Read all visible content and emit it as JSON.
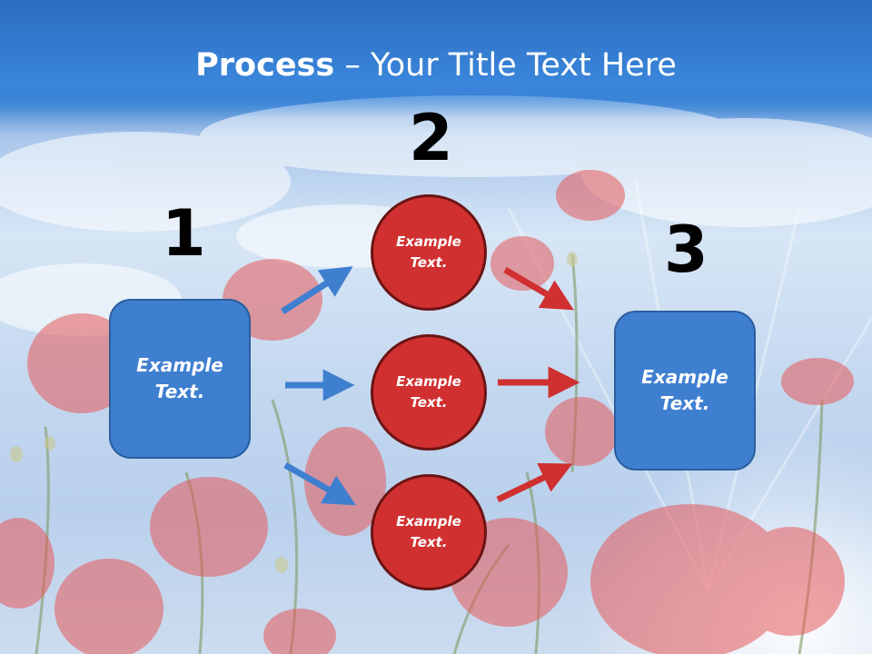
{
  "title": {
    "bold": "Process",
    "rest": " – Your Title Text Here"
  },
  "steps": {
    "one": "1",
    "two": "2",
    "three": "3"
  },
  "left_box": {
    "text": "Example\nText."
  },
  "right_box": {
    "text": "Example\nText."
  },
  "circles": [
    {
      "text": "Example\nText."
    },
    {
      "text": "Example\nText."
    },
    {
      "text": "Example\nText."
    }
  ],
  "colors": {
    "title_band": "#2f74c6",
    "box_fill": "#3f7fd0",
    "circle_fill": "#d03030",
    "arrow_blue": "#3f7fd0",
    "arrow_red": "#d03030"
  }
}
